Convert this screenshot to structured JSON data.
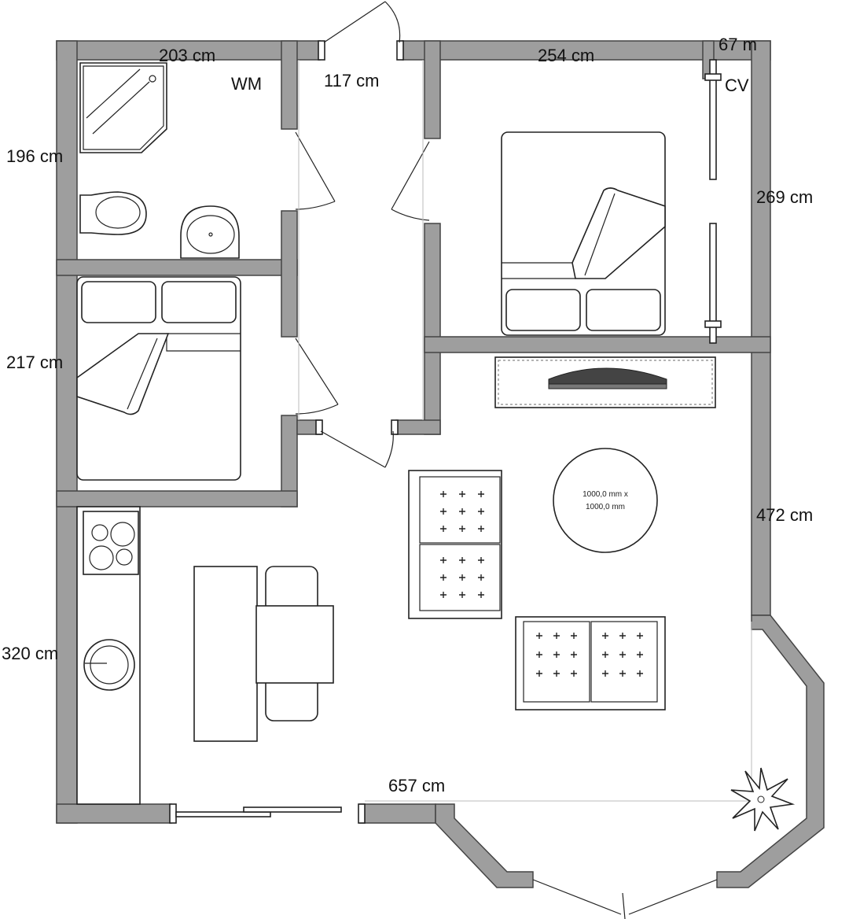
{
  "dimensions": {
    "bathroom_width": "203 cm",
    "hallway_width": "117 cm",
    "bedroom1_width": "254 cm",
    "closet_width": "67 m",
    "bathroom_height": "196 cm",
    "bedroom1_height": "269 cm",
    "bedroom2_height": "217 cm",
    "living_height": "472 cm",
    "kitchen_height": "320 cm",
    "living_width": "657 cm"
  },
  "labels": {
    "washing_machine": "WM",
    "boiler": "CV"
  },
  "coffee_table": {
    "line1": "1000,0 mm x",
    "line2": "1000,0 mm"
  },
  "colors": {
    "wall_fill": "#9e9e9e",
    "wall_edge": "#444444",
    "furniture_stroke": "#222222"
  }
}
